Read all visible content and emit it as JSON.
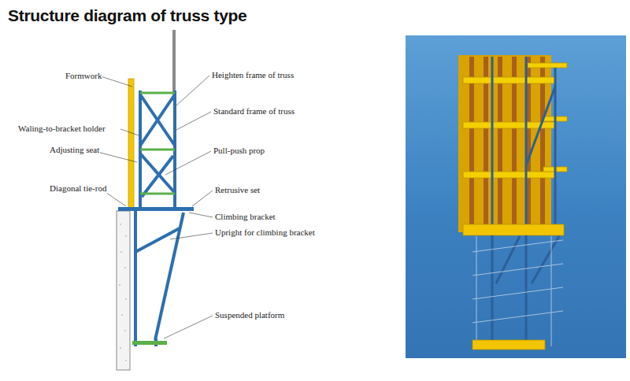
{
  "diagram": {
    "title": "Structure diagram of truss type",
    "labels": [
      "Formwork",
      "Waling-to-bracket holder",
      "Adjusting seat",
      "Diagonal tie-rod",
      "Heighten frame of truss",
      "Standard frame of truss",
      "Pull-push prop",
      "Retrusive set",
      "Climbing bracket",
      "Upright for climbing bracket",
      "Suspended platform"
    ]
  }
}
